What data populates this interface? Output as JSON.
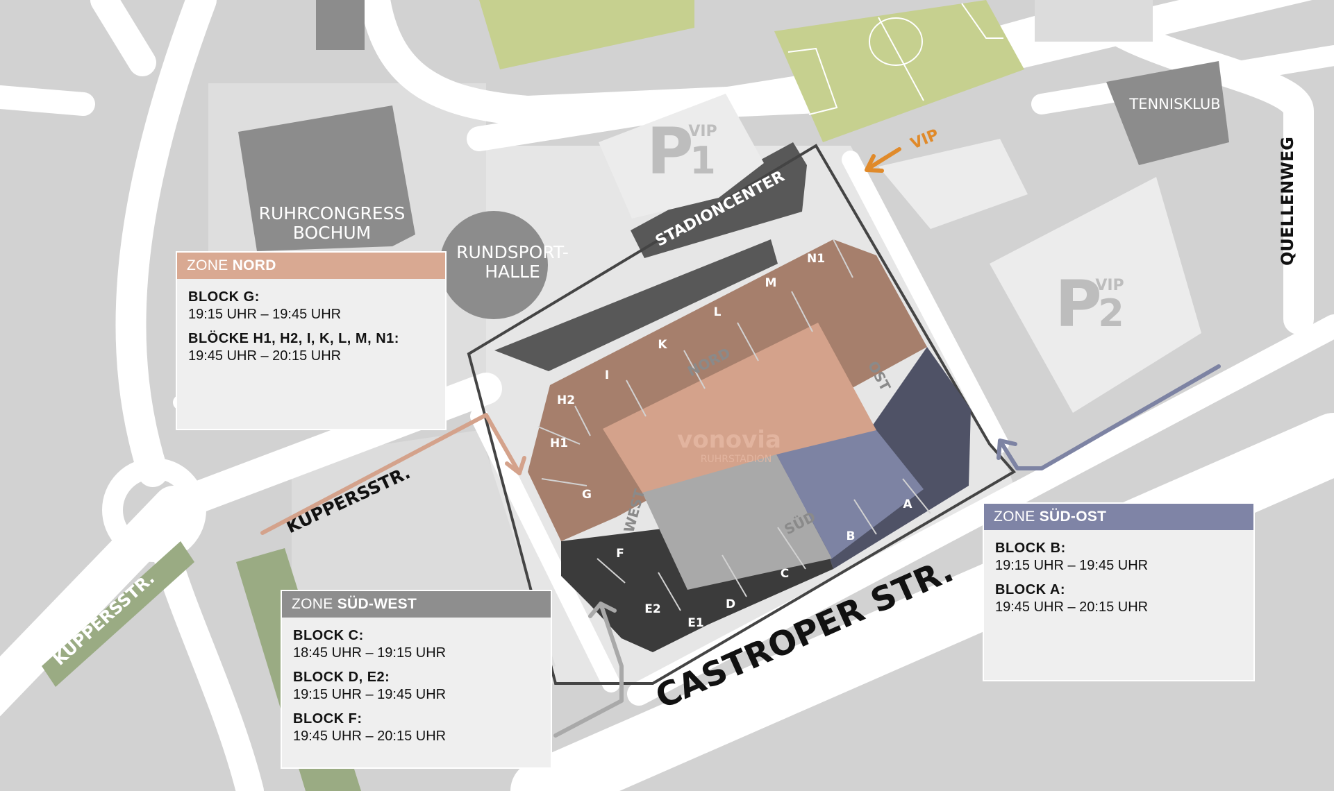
{
  "colors": {
    "background": "#d2d2d2",
    "road": "#ffffff",
    "building": "#8c8c8c",
    "building_dark": "#585858",
    "pitch_field": "#c6d08f",
    "green_strip": "#9aab83",
    "zone_nord": "#d4a28b",
    "zone_nord_blocks": "#a67f6c",
    "zone_sued_west": "#b0b0b0",
    "zone_sued_west_blocks": "#3b3b3b",
    "zone_sued_ost": "#7d83a3",
    "zone_sued_ost_blocks": "#4f5266",
    "vip_arrow": "#e08a2a"
  },
  "map_labels": {
    "ruhrcongress_line1": "RUHRCONGRESS",
    "ruhrcongress_line2": "BOCHUM",
    "rundsport_line1": "RUNDSPORT-",
    "rundsport_line2": "HALLE",
    "stadioncenter": "STADIONCENTER",
    "tennisklub": "TENNISKLUB",
    "quellenweg": "QUELLENWEG",
    "kuppersstr_upper": "KÜPPERSSTR.",
    "kuppersstr_lower": "KÜPPERSSTR.",
    "castroper_str": "CASTROPER STR.",
    "vip_arrow_label": "VIP",
    "p1_letter": "P",
    "p1_number": "1",
    "p1_vip": "VIP",
    "p2_letter": "P",
    "p2_number": "2",
    "p2_vip": "VIP",
    "stadium_logo": "vonovia",
    "stadium_name": "RUHRSTADION"
  },
  "stand_labels": {
    "nord": "NORD",
    "ost": "OST",
    "sued": "SÜD",
    "west": "WEST"
  },
  "blocks": {
    "n1": "N1",
    "m": "M",
    "l": "L",
    "k": "K",
    "i": "I",
    "h2": "H2",
    "h1": "H1",
    "g": "G",
    "f": "F",
    "e2": "E2",
    "e1": "E1",
    "d": "D",
    "c": "C",
    "b": "B",
    "a": "A"
  },
  "zones": {
    "nord": {
      "label_prefix": "ZONE",
      "label_name": "NORD",
      "color": "#d9a992",
      "entries": [
        {
          "block": "BLOCK G:",
          "time": "19:15 UHR – 19:45 UHR"
        },
        {
          "block": "BLÖCKE H1, H2, I, K, L, M, N1:",
          "time": "19:45 UHR – 20:15 UHR"
        }
      ]
    },
    "sued_west": {
      "label_prefix": "ZONE",
      "label_name": "SÜD-WEST",
      "color": "#8e8e8e",
      "entries": [
        {
          "block": "BLOCK C:",
          "time": "18:45 UHR – 19:15 UHR"
        },
        {
          "block": "BLOCK D, E2:",
          "time": "19:15 UHR – 19:45 UHR"
        },
        {
          "block": "BLOCK F:",
          "time": "19:45 UHR – 20:15 UHR"
        }
      ]
    },
    "sued_ost": {
      "label_prefix": "ZONE",
      "label_name": "SÜD-OST",
      "color": "#7f84a6",
      "entries": [
        {
          "block": "BLOCK B:",
          "time": "19:15 UHR – 19:45 UHR"
        },
        {
          "block": "BLOCK A:",
          "time": "19:45 UHR – 20:15 UHR"
        }
      ]
    }
  }
}
